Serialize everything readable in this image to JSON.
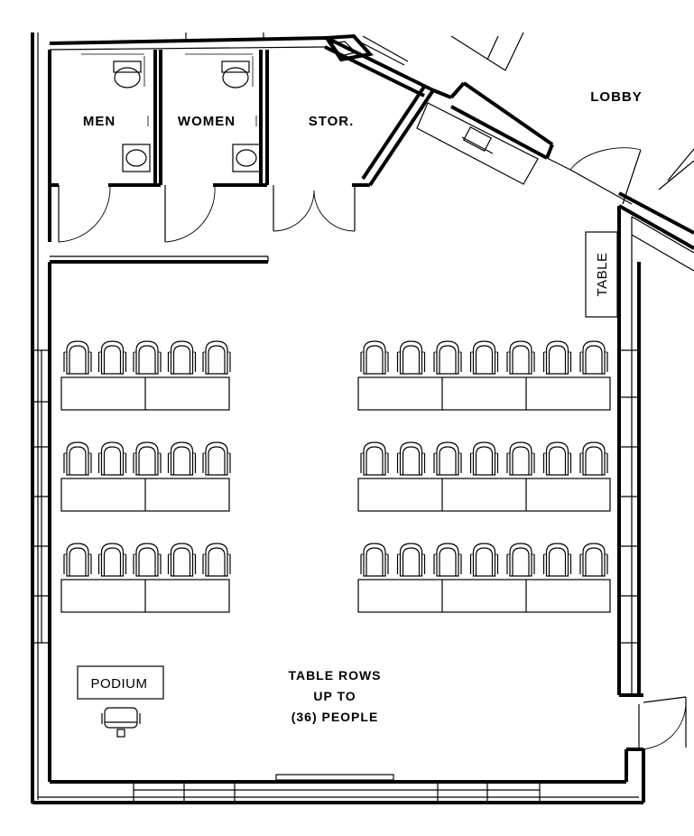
{
  "rooms": {
    "men": "MEN",
    "women": "WOMEN",
    "storage": "STOR.",
    "lobby": "LOBBY"
  },
  "furniture": {
    "side_table": "TABLE",
    "podium": "PODIUM"
  },
  "capacity_note": {
    "line1": "TABLE ROWS",
    "line2": "UP TO",
    "line3": "(36) PEOPLE"
  },
  "seating": {
    "left_chairs_per_row": 5,
    "left_table_segments": 2,
    "right_chairs_per_row": 7,
    "right_table_segments": 3,
    "rows": 3
  }
}
